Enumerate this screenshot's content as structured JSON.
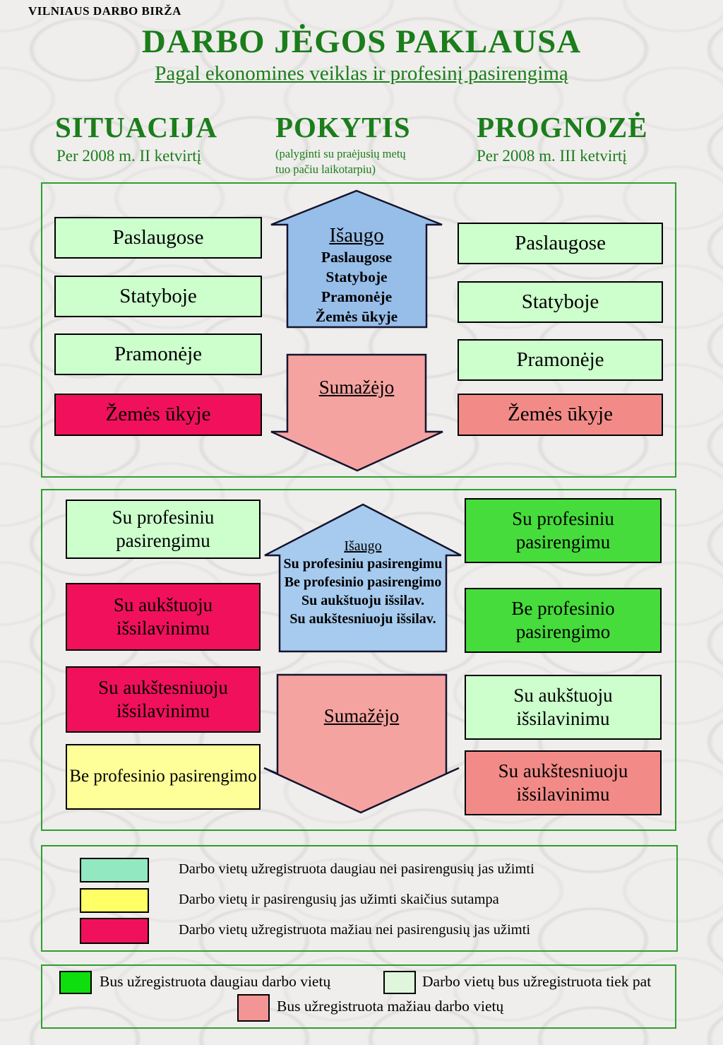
{
  "header": {
    "org": "VILNIAUS DARBO BIRŽA",
    "title": "DARBO JĖGOS PAKLAUSA",
    "subtitle": "Pagal ekonomines veiklas ir profesinį pasirengimą"
  },
  "columns": [
    {
      "label": "SITUACIJA",
      "sub": "Per 2008 m. II ketvirtį"
    },
    {
      "label": "POKYTIS",
      "sub_line1": "(palyginti su praėjusių metų",
      "sub_line2": "tuo pačiu laikotarpiu)"
    },
    {
      "label": "PROGNOZĖ",
      "sub": "Per 2008 m. III ketvirtį"
    }
  ],
  "panel1": {
    "left": [
      {
        "label": "Paslaugose",
        "color": "#CCFFCC"
      },
      {
        "label": "Statyboje",
        "color": "#CCFFCC"
      },
      {
        "label": "Pramonėje",
        "color": "#CCFFCC"
      },
      {
        "label": "Žemės ūkyje",
        "color": "#F0105C"
      }
    ],
    "up": {
      "title": "Išaugo",
      "items": [
        "Paslaugose",
        "Statyboje",
        "Pramonėje",
        "Žemės ūkyje"
      ],
      "color": "#97BEE9"
    },
    "down": {
      "title": "Sumažėjo",
      "color": "#F5A3A0"
    },
    "right": [
      {
        "label": "Paslaugose",
        "color": "#CCFFCC"
      },
      {
        "label": "Statyboje",
        "color": "#CCFFCC"
      },
      {
        "label": "Pramonėje",
        "color": "#CCFFCC"
      },
      {
        "label": "Žemės ūkyje",
        "color": "#F28B88"
      }
    ]
  },
  "panel2": {
    "left": [
      {
        "label": "Su profesiniu pasirengimu",
        "color": "#CCFFCC"
      },
      {
        "label": "Su aukštuoju išsilavinimu",
        "color": "#F0105C"
      },
      {
        "label": "Su aukštesniuoju išsilavinimu",
        "color": "#F0105C"
      },
      {
        "label": "Be profesinio pasirengimo",
        "color": "#FFFF99"
      }
    ],
    "up": {
      "title": "Išaugo",
      "items": [
        "Su profesiniu pasirengimu",
        "Be profesinio pasirengimo",
        "Su aukštuoju išsilav.",
        "Su aukštesniuoju išsilav."
      ],
      "color": "#A6CBEF"
    },
    "down": {
      "title": "Sumažėjo",
      "color": "#F5A3A0"
    },
    "right": [
      {
        "label": "Su profesiniu pasirengimu",
        "color": "#46DC3C"
      },
      {
        "label": "Be profesinio pasirengimo",
        "color": "#46DC3C"
      },
      {
        "label": "Su aukštuoju išsilavinimu",
        "color": "#CCFFCC"
      },
      {
        "label": "Su aukštesniuoju išsilavinimu",
        "color": "#F28B88"
      }
    ]
  },
  "legend1": {
    "items": [
      {
        "color": "#92E8C0",
        "text": "Darbo vietų užregistruota daugiau nei pasirengusių jas užimti"
      },
      {
        "color": "#FFFF66",
        "text": "Darbo vietų ir pasirengusių jas užimti skaičius sutampa"
      },
      {
        "color": "#F0105C",
        "text": "Darbo vietų užregistruota mažiau nei pasirengusių jas užimti"
      }
    ]
  },
  "legend2": {
    "items": [
      {
        "color": "#0EDE0E",
        "text": "Bus užregistruota daugiau darbo vietų"
      },
      {
        "color": "#DFF5DC",
        "text": "Darbo vietų bus užregistruota tiek pat"
      },
      {
        "color": "#F49595",
        "text": "Bus užregistruota mažiau darbo vietų"
      }
    ]
  },
  "colors": {
    "heading_green": "#1B7D1B",
    "panel_border_green": "#2F9E2F",
    "pale_green": "#CCFFCC",
    "crimson": "#F0105C",
    "salmon": "#F28B88",
    "bright_green": "#46DC3C",
    "yellow_box": "#FFFF99",
    "arrow_blue_top": "#97BEE9",
    "arrow_blue_bottom": "#A6CBEF",
    "arrow_pink": "#F5A3A0"
  }
}
